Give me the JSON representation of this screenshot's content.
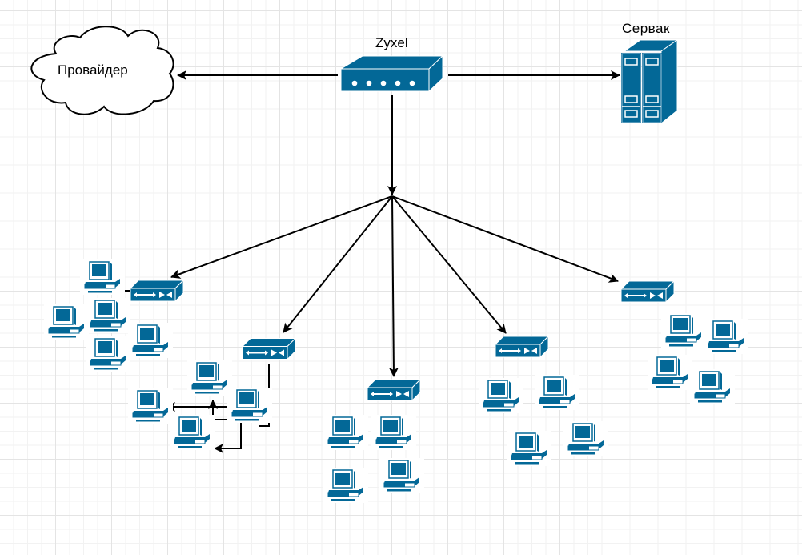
{
  "diagram": {
    "type": "network-topology",
    "accent_color": "#036897",
    "nodes": {
      "provider": {
        "label": "Провайдер",
        "shape": "cloud"
      },
      "router": {
        "label": "Zyxel",
        "shape": "router"
      },
      "server": {
        "label": "Сервак",
        "shape": "server"
      }
    },
    "segments": [
      {
        "name": "segment-1",
        "switch": "switch",
        "pc_count": 5
      },
      {
        "name": "segment-2",
        "switch": "switch",
        "pc_count": 4
      },
      {
        "name": "segment-3",
        "switch": "switch",
        "pc_count": 4
      },
      {
        "name": "segment-4",
        "switch": "switch",
        "pc_count": 4
      },
      {
        "name": "segment-5",
        "switch": "switch",
        "pc_count": 4
      }
    ],
    "edges": [
      {
        "from": "Zyxel",
        "to": "Провайдер"
      },
      {
        "from": "Zyxel",
        "to": "Сервак"
      },
      {
        "from": "Zyxel",
        "to": "hub"
      },
      {
        "from": "hub",
        "to": "segment-1"
      },
      {
        "from": "hub",
        "to": "segment-2"
      },
      {
        "from": "hub",
        "to": "segment-3"
      },
      {
        "from": "hub",
        "to": "segment-4"
      },
      {
        "from": "hub",
        "to": "segment-5"
      }
    ]
  }
}
